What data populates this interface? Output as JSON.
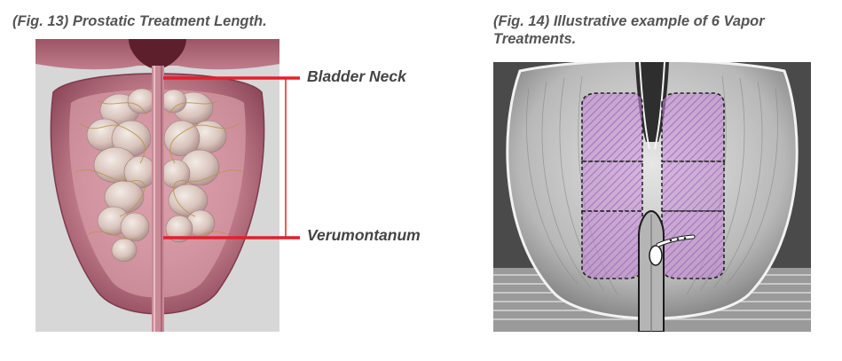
{
  "figures": [
    {
      "caption": "(Fig. 13) Prostatic Treatment Length.",
      "labels": {
        "bladder_neck": "Bladder Neck",
        "verumontanum": "Verumontanum"
      },
      "colors": {
        "marker": "#e3202a",
        "tissue": "#b86a7c",
        "background": "#d7d7d7"
      }
    },
    {
      "caption": "(Fig. 14) Illustrative example of 6 Vapor Treatments.",
      "treatment_zone_count": 6,
      "colors": {
        "zone_fill": "#c58bd6",
        "background": "#4a4a4a"
      }
    }
  ]
}
